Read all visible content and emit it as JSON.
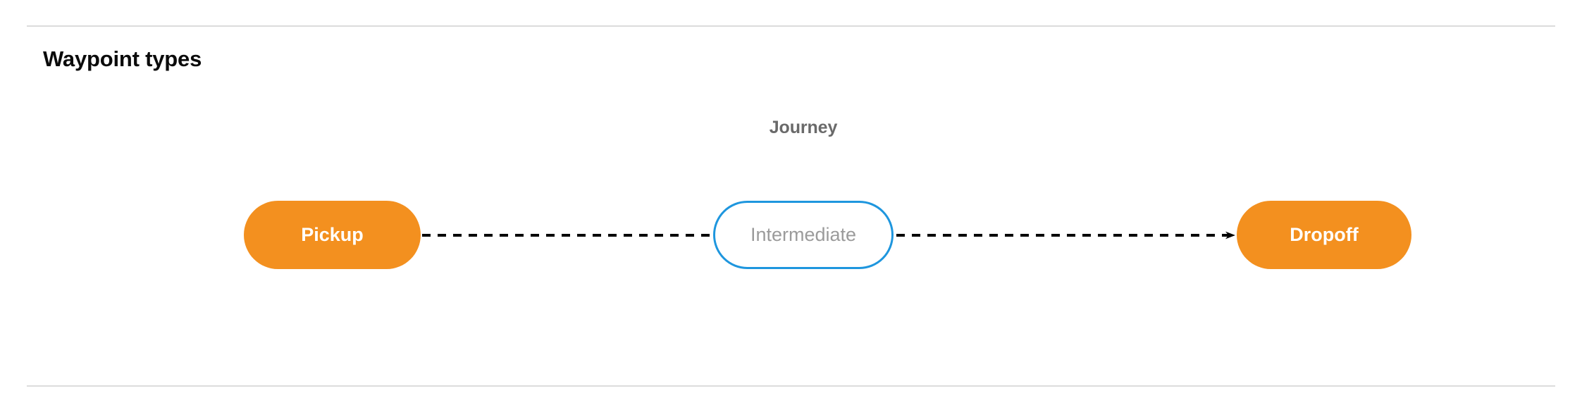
{
  "section": {
    "title": "Waypoint types"
  },
  "diagram": {
    "type": "flow",
    "group_label": "Journey",
    "nodes": [
      {
        "id": "pickup",
        "label": "Pickup",
        "style": "filled",
        "fill": "#f3901f",
        "text_color": "#ffffff"
      },
      {
        "id": "intermediate",
        "label": "Intermediate",
        "style": "outlined",
        "fill": "#ffffff",
        "border_color": "#1e96de",
        "text_color": "#9b9b9b"
      },
      {
        "id": "dropoff",
        "label": "Dropoff",
        "style": "filled",
        "fill": "#f3901f",
        "text_color": "#ffffff"
      }
    ],
    "edges": [
      {
        "id": "pickup-to-intermediate",
        "from": "pickup",
        "to": "intermediate",
        "line_style": "dashed",
        "color": "#000000",
        "arrowhead": false
      },
      {
        "id": "intermediate-to-dropoff",
        "from": "intermediate",
        "to": "dropoff",
        "line_style": "dashed",
        "color": "#000000",
        "arrowhead": true
      }
    ]
  },
  "colors": {
    "accent_orange": "#f3901f",
    "accent_blue": "#1e96de",
    "muted_text": "#9b9b9b",
    "label_text": "#6a6a6a",
    "divider": "#dcdcdc",
    "title_text": "#0b0b0b"
  }
}
